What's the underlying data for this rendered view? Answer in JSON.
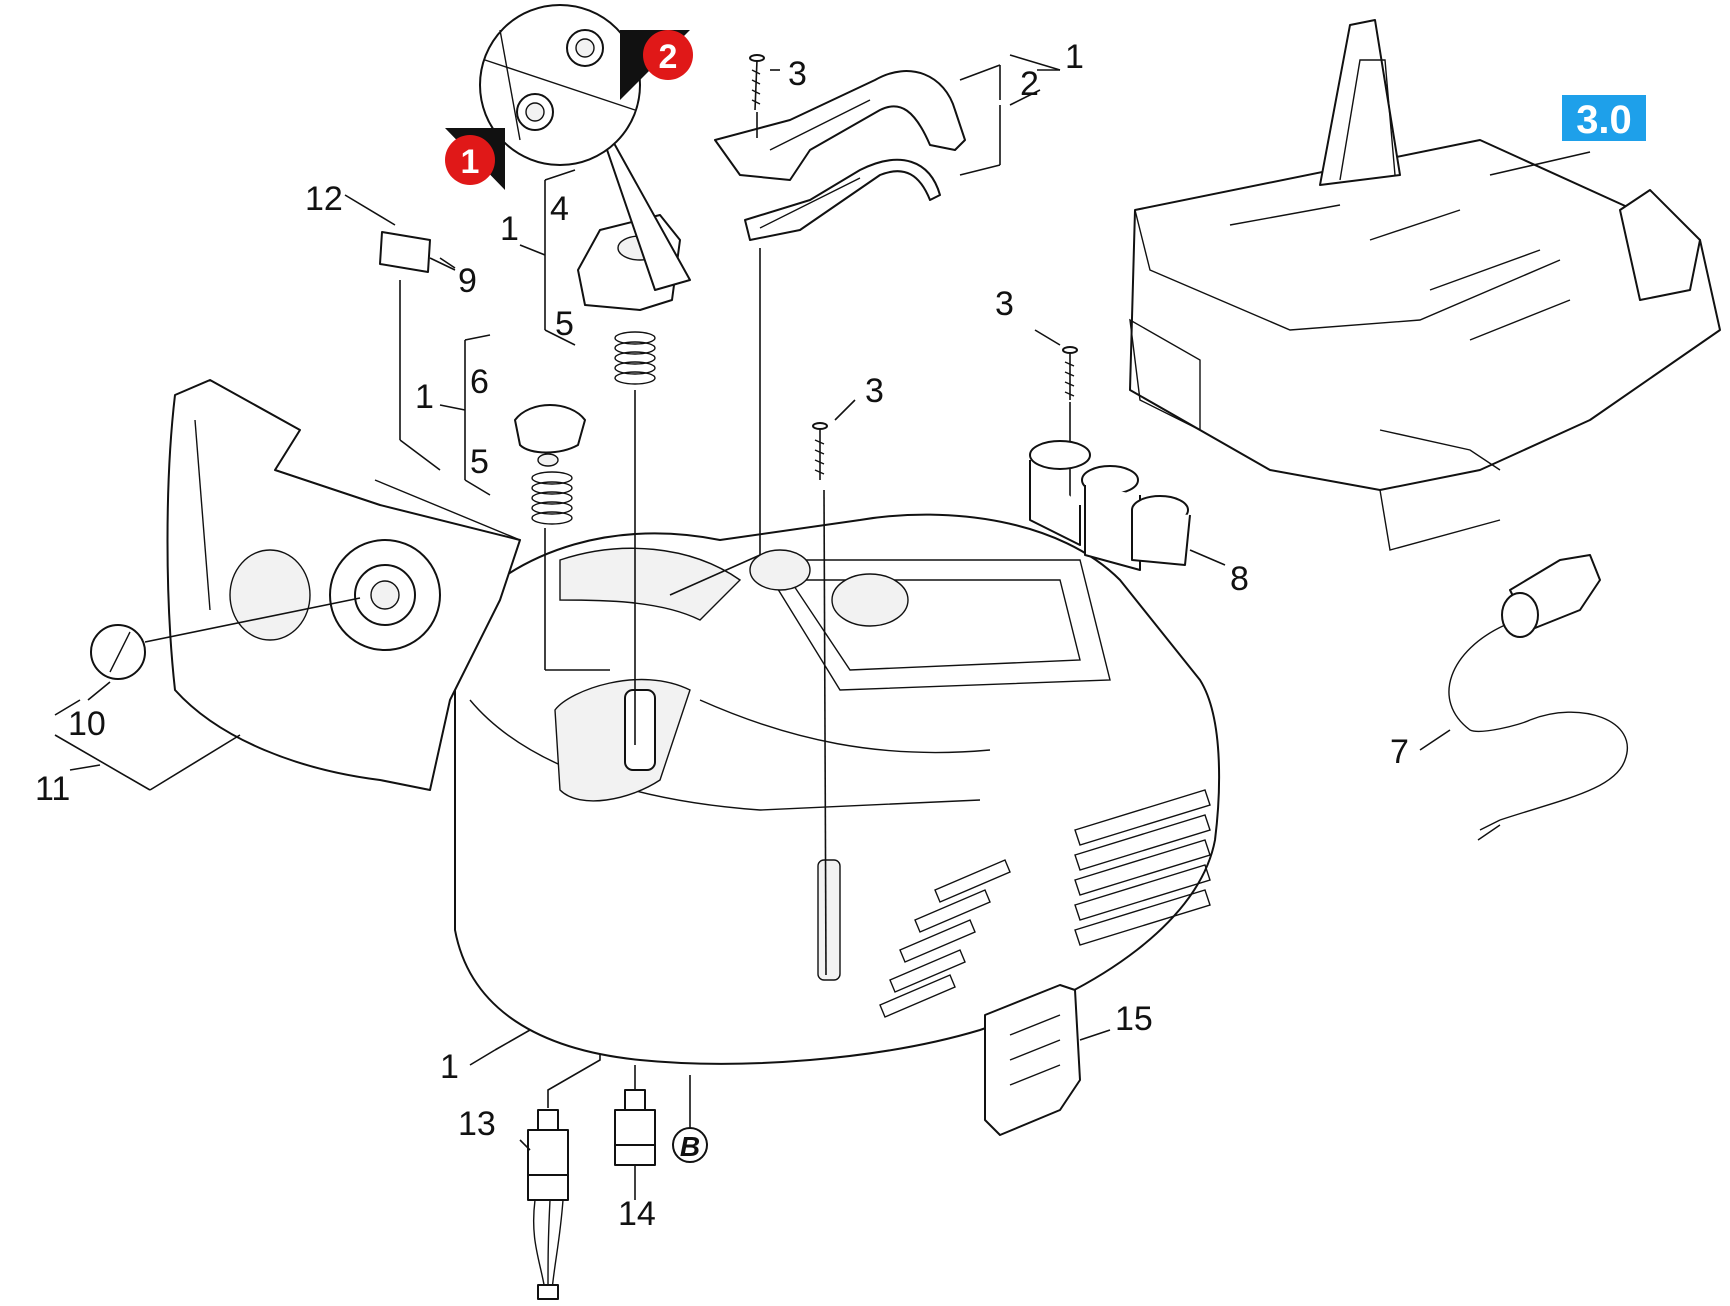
{
  "diagram": {
    "part_labels": {
      "top_1": "1",
      "top_2": "2",
      "screw_top": "3",
      "screw_mid": "3",
      "screw_right": "3",
      "lever_cap": "4",
      "spring_upper": "5",
      "spring_lower": "5",
      "knob": "6",
      "bracket_left_1": "1",
      "bracket_mid_1": "1",
      "bottom_1": "1",
      "power_cable": "7",
      "hose_holder": "8",
      "screw_small": "9",
      "dial_knob": "10",
      "front_panel": "11",
      "plate": "12",
      "wire_harness": "13",
      "connector": "14",
      "side_cover": "15"
    },
    "callouts": {
      "detail_1": "1",
      "detail_2": "2",
      "assembly_ref": "3.0",
      "circle_ref": "B"
    },
    "colors": {
      "callout_red": "#e01818",
      "assembly_blue": "#1ea0ea",
      "line": "#111111"
    }
  }
}
